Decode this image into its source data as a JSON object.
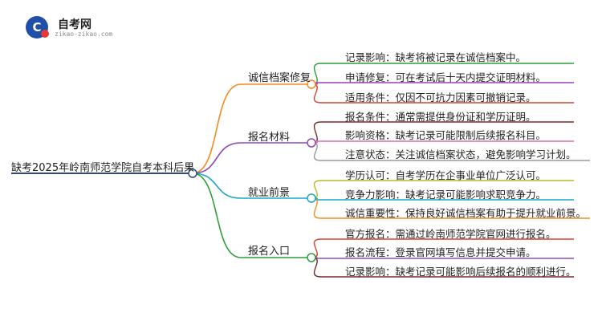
{
  "logo": {
    "name": "自考网",
    "domain": "zikao-zikao.com",
    "badge_glyph": "C",
    "colors": {
      "badge": "#1f4fa8",
      "accent": "#e53935"
    }
  },
  "root": {
    "label": "缺考2025年岭南师范学院自考本科后果",
    "color": "#2b4c7e"
  },
  "branches": [
    {
      "label": "诚信档案修复",
      "color": "#f28a1d",
      "children": [
        {
          "label": "记录影响：缺考将被记录在诚信档案中。",
          "color": "#2e9e3a"
        },
        {
          "label": "申请修复：可在考试后十天内提交证明材料。",
          "color": "#9b3fbf"
        },
        {
          "label": "适用条件：仅因不可抗力因素可撤销记录。",
          "color": "#d9412c"
        }
      ]
    },
    {
      "label": "报名材料",
      "color": "#8e4bb5",
      "children": [
        {
          "label": "报名条件：通常需提供身份证和学历证明。",
          "color": "#7a2a2a"
        },
        {
          "label": "影响资格：缺考记录可能限制后续报名科目。",
          "color": "#e36ea8"
        },
        {
          "label": "注意状态：关注诚信档案状态，避免影响学习计划。",
          "color": "#9a9a9a"
        }
      ]
    },
    {
      "label": "就业前景",
      "color": "#1aa8c4",
      "children": [
        {
          "label": "学历认可：自考学历在企事业单位广泛认可。",
          "color": "#b8b82c"
        },
        {
          "label": "竞争力影响：缺考记录可能影响求职竞争力。",
          "color": "#1aa8c4"
        },
        {
          "label": "诚信重要性：保持良好诚信档案有助于提升就业前景。",
          "color": "#f28a1d"
        }
      ]
    },
    {
      "label": "报名入口",
      "color": "#2e9e3a",
      "children": [
        {
          "label": "官方报名：需通过岭南师范学院官网进行报名。",
          "color": "#d9412c"
        },
        {
          "label": "报名流程：登录官网填写信息并提交申请。",
          "color": "#8e4bb5"
        },
        {
          "label": "记录影响：缺考记录可能影响后续报名的顺利进行。",
          "color": "#7a2a2a"
        }
      ]
    }
  ]
}
